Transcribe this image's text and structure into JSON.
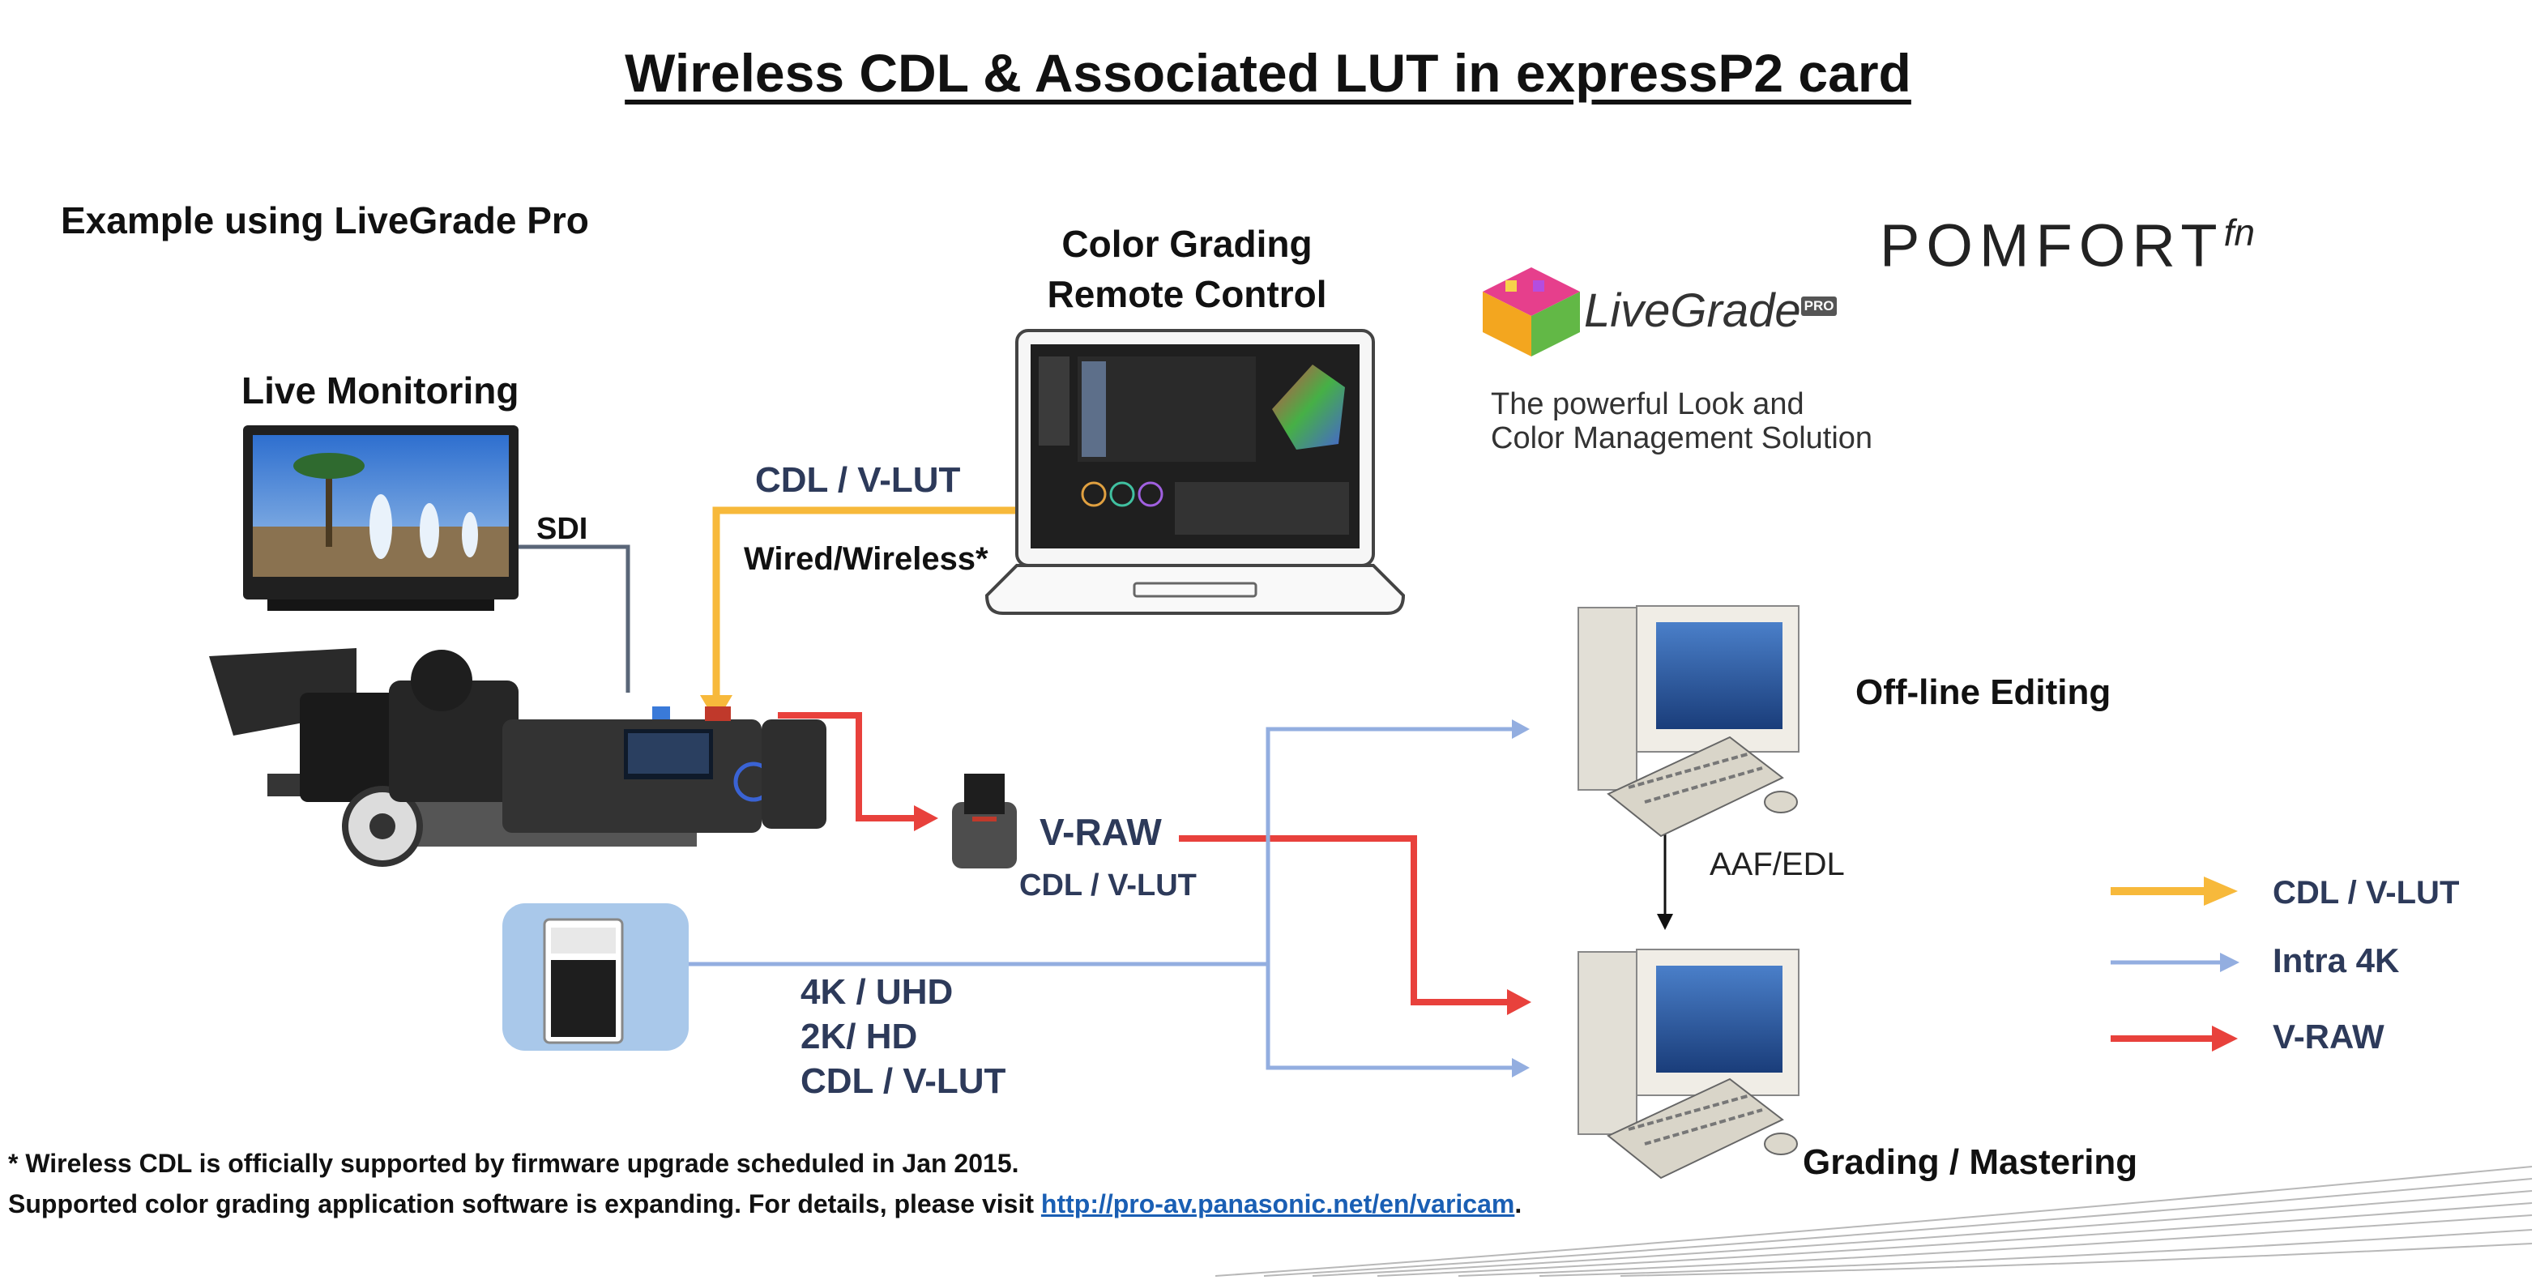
{
  "title": "Wireless CDL & Associated LUT in expressP2 card",
  "subtitle": "Example using LiveGrade Pro",
  "nodes": {
    "remote": "Color Grading\nRemote Control",
    "monitoring": "Live Monitoring",
    "offline": "Off-line Editing",
    "grading": "Grading / Mastering"
  },
  "branding": {
    "livegrade_logo": "LiveGrade",
    "livegrade_badge": "PRO",
    "tagline": "The powerful Look and\nColor Management Solution",
    "pomfort": "POMFORT",
    "pomfort_suffix": "fn"
  },
  "edges": {
    "sdi": "SDI",
    "cdl_vlut_top": "CDL / V-LUT",
    "wired_wireless": "Wired/Wireless*",
    "vraw": "V-RAW",
    "vraw_sub": "CDL / V-LUT",
    "aaf_edl": "AAF/EDL",
    "card_formats": [
      "4K / UHD",
      "2K/ HD",
      "CDL / V-LUT"
    ]
  },
  "legend": [
    {
      "label": "CDL / V-LUT",
      "color": "#f7b93b"
    },
    {
      "label": "Intra 4K",
      "color": "#93aee0"
    },
    {
      "label": "V-RAW",
      "color": "#e8413c"
    }
  ],
  "footnote": {
    "line1": "* Wireless CDL is officially supported by firmware upgrade scheduled in Jan 2015.",
    "line2_prefix": "Supported color grading application software is expanding. For details, please visit ",
    "link": "http://pro-av.panasonic.net/en/varicam",
    "line2_suffix": "."
  }
}
